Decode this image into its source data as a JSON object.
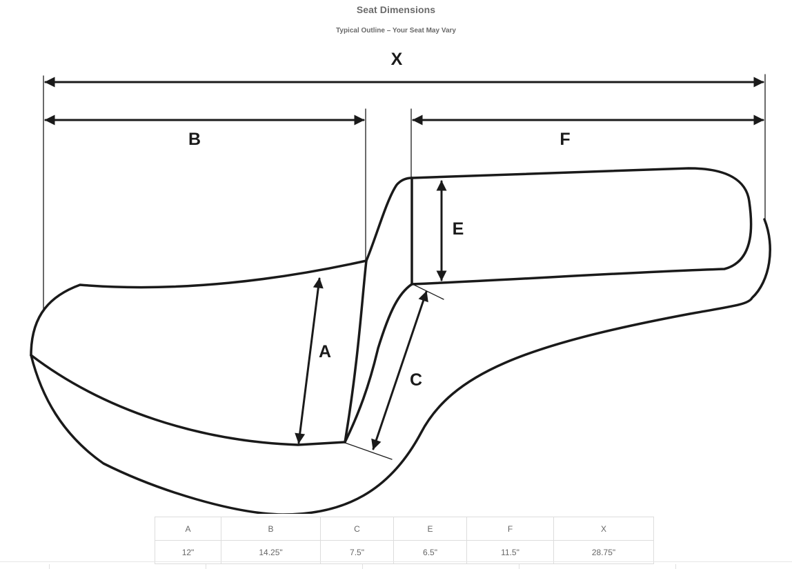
{
  "title": "Seat Dimensions",
  "subtitle": "Typical Outline – Your Seat May Vary",
  "diagram": {
    "labels": {
      "X": "X",
      "B": "B",
      "F": "F",
      "E": "E",
      "A": "A",
      "C": "C"
    },
    "stroke_color": "#1a1a1a"
  },
  "table": {
    "headers": [
      "A",
      "B",
      "C",
      "E",
      "F",
      "X"
    ],
    "values": [
      "12\"",
      "14.25\"",
      "7.5\"",
      "6.5\"",
      "11.5\"",
      "28.75\""
    ]
  }
}
